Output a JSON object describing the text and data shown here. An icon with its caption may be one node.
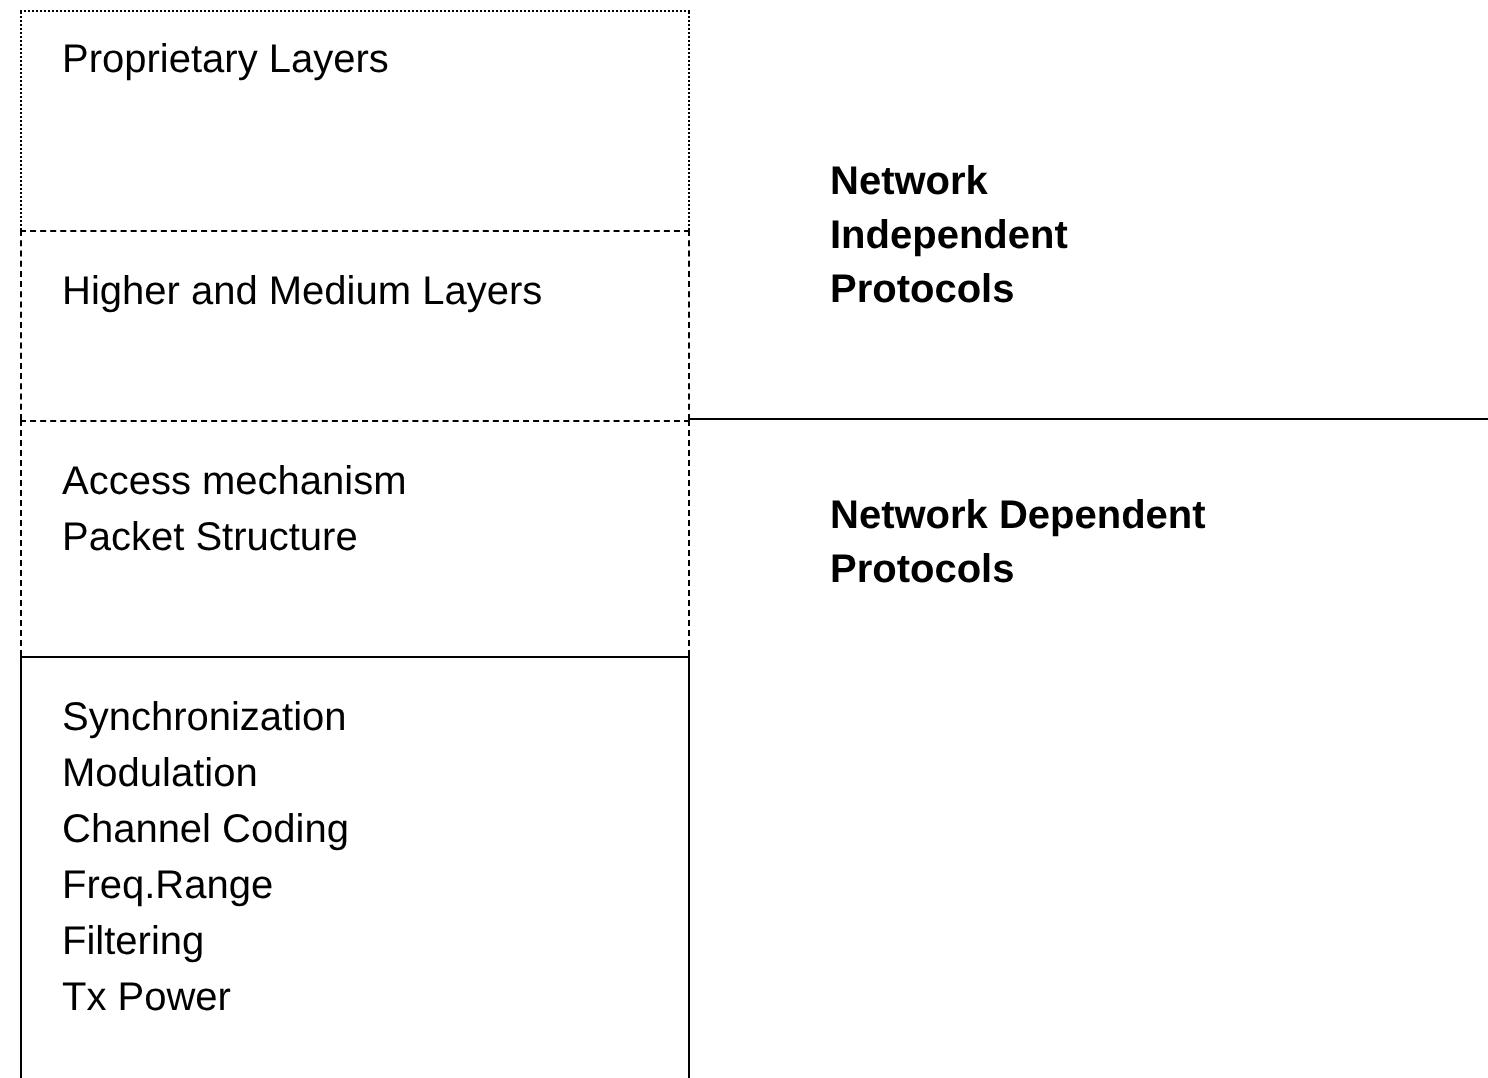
{
  "diagram": {
    "nodes": [
      {
        "text": [
          "Proprietary Layers"
        ]
      },
      {
        "text": [
          "Higher and Medium Layers"
        ]
      },
      {
        "text": [
          "Access mechanism",
          "Packet Structure"
        ]
      },
      {
        "text": [
          "Synchronization",
          "Modulation",
          "Channel Coding",
          "Freq.Range",
          "Filtering",
          "Tx Power"
        ]
      }
    ],
    "labels": [
      "Network Independent Protocols",
      "Network Dependent Protocols"
    ]
  }
}
